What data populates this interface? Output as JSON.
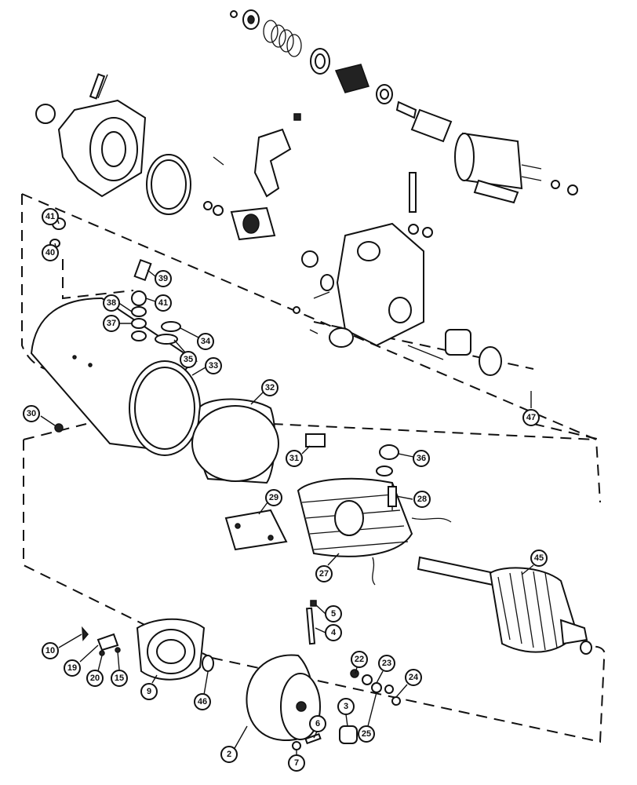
{
  "callouts": [
    {
      "id": "41a",
      "label": "41"
    },
    {
      "id": "40",
      "label": "40"
    },
    {
      "id": "39",
      "label": "39"
    },
    {
      "id": "38",
      "label": "38"
    },
    {
      "id": "41b",
      "label": "41"
    },
    {
      "id": "37",
      "label": "37"
    },
    {
      "id": "34",
      "label": "34"
    },
    {
      "id": "35",
      "label": "35"
    },
    {
      "id": "33",
      "label": "33"
    },
    {
      "id": "32",
      "label": "32"
    },
    {
      "id": "30",
      "label": "30"
    },
    {
      "id": "31",
      "label": "31"
    },
    {
      "id": "36",
      "label": "36"
    },
    {
      "id": "47",
      "label": "47"
    },
    {
      "id": "29",
      "label": "29"
    },
    {
      "id": "28",
      "label": "28"
    },
    {
      "id": "27",
      "label": "27"
    },
    {
      "id": "45",
      "label": "45"
    },
    {
      "id": "5",
      "label": "5"
    },
    {
      "id": "4",
      "label": "4"
    },
    {
      "id": "10",
      "label": "10"
    },
    {
      "id": "19",
      "label": "19"
    },
    {
      "id": "20",
      "label": "20"
    },
    {
      "id": "15",
      "label": "15"
    },
    {
      "id": "9",
      "label": "9"
    },
    {
      "id": "46",
      "label": "46"
    },
    {
      "id": "22",
      "label": "22"
    },
    {
      "id": "23",
      "label": "23"
    },
    {
      "id": "24",
      "label": "24"
    },
    {
      "id": "3",
      "label": "3"
    },
    {
      "id": "25",
      "label": "25"
    },
    {
      "id": "6",
      "label": "6"
    },
    {
      "id": "7",
      "label": "7"
    },
    {
      "id": "2",
      "label": "2"
    }
  ]
}
